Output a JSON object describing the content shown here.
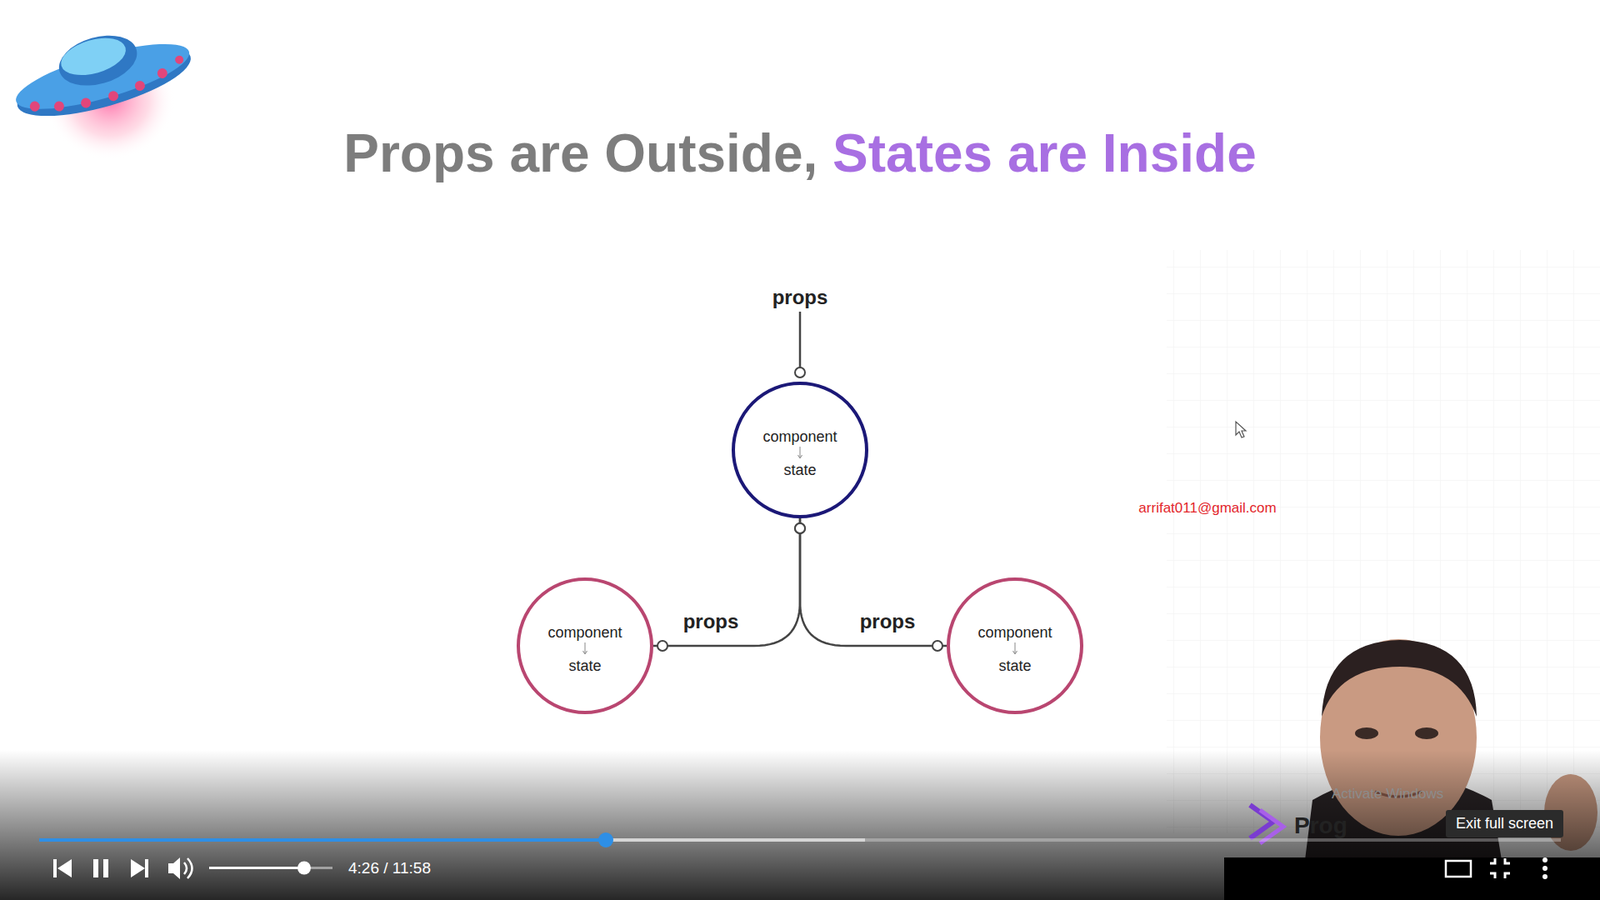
{
  "diagram": {
    "title": "Props are Outside, States are Inside",
    "nodes": [
      {
        "text": [
          "component",
          "state"
        ]
      },
      {
        "text": [
          "component",
          "state"
        ]
      },
      {
        "text": [
          "component",
          "state"
        ]
      }
    ],
    "edges": [
      {
        "from": 0,
        "to": 1,
        "label": "props",
        "arrow": "none"
      },
      {
        "from": 0,
        "to": 2,
        "label": "props",
        "arrow": "none"
      }
    ],
    "labels": [
      "props",
      "arrifat011@gmail.com",
      "4:26 / 11:58",
      "Exit full screen",
      "Prog",
      "Activate Windows"
    ]
  }
}
